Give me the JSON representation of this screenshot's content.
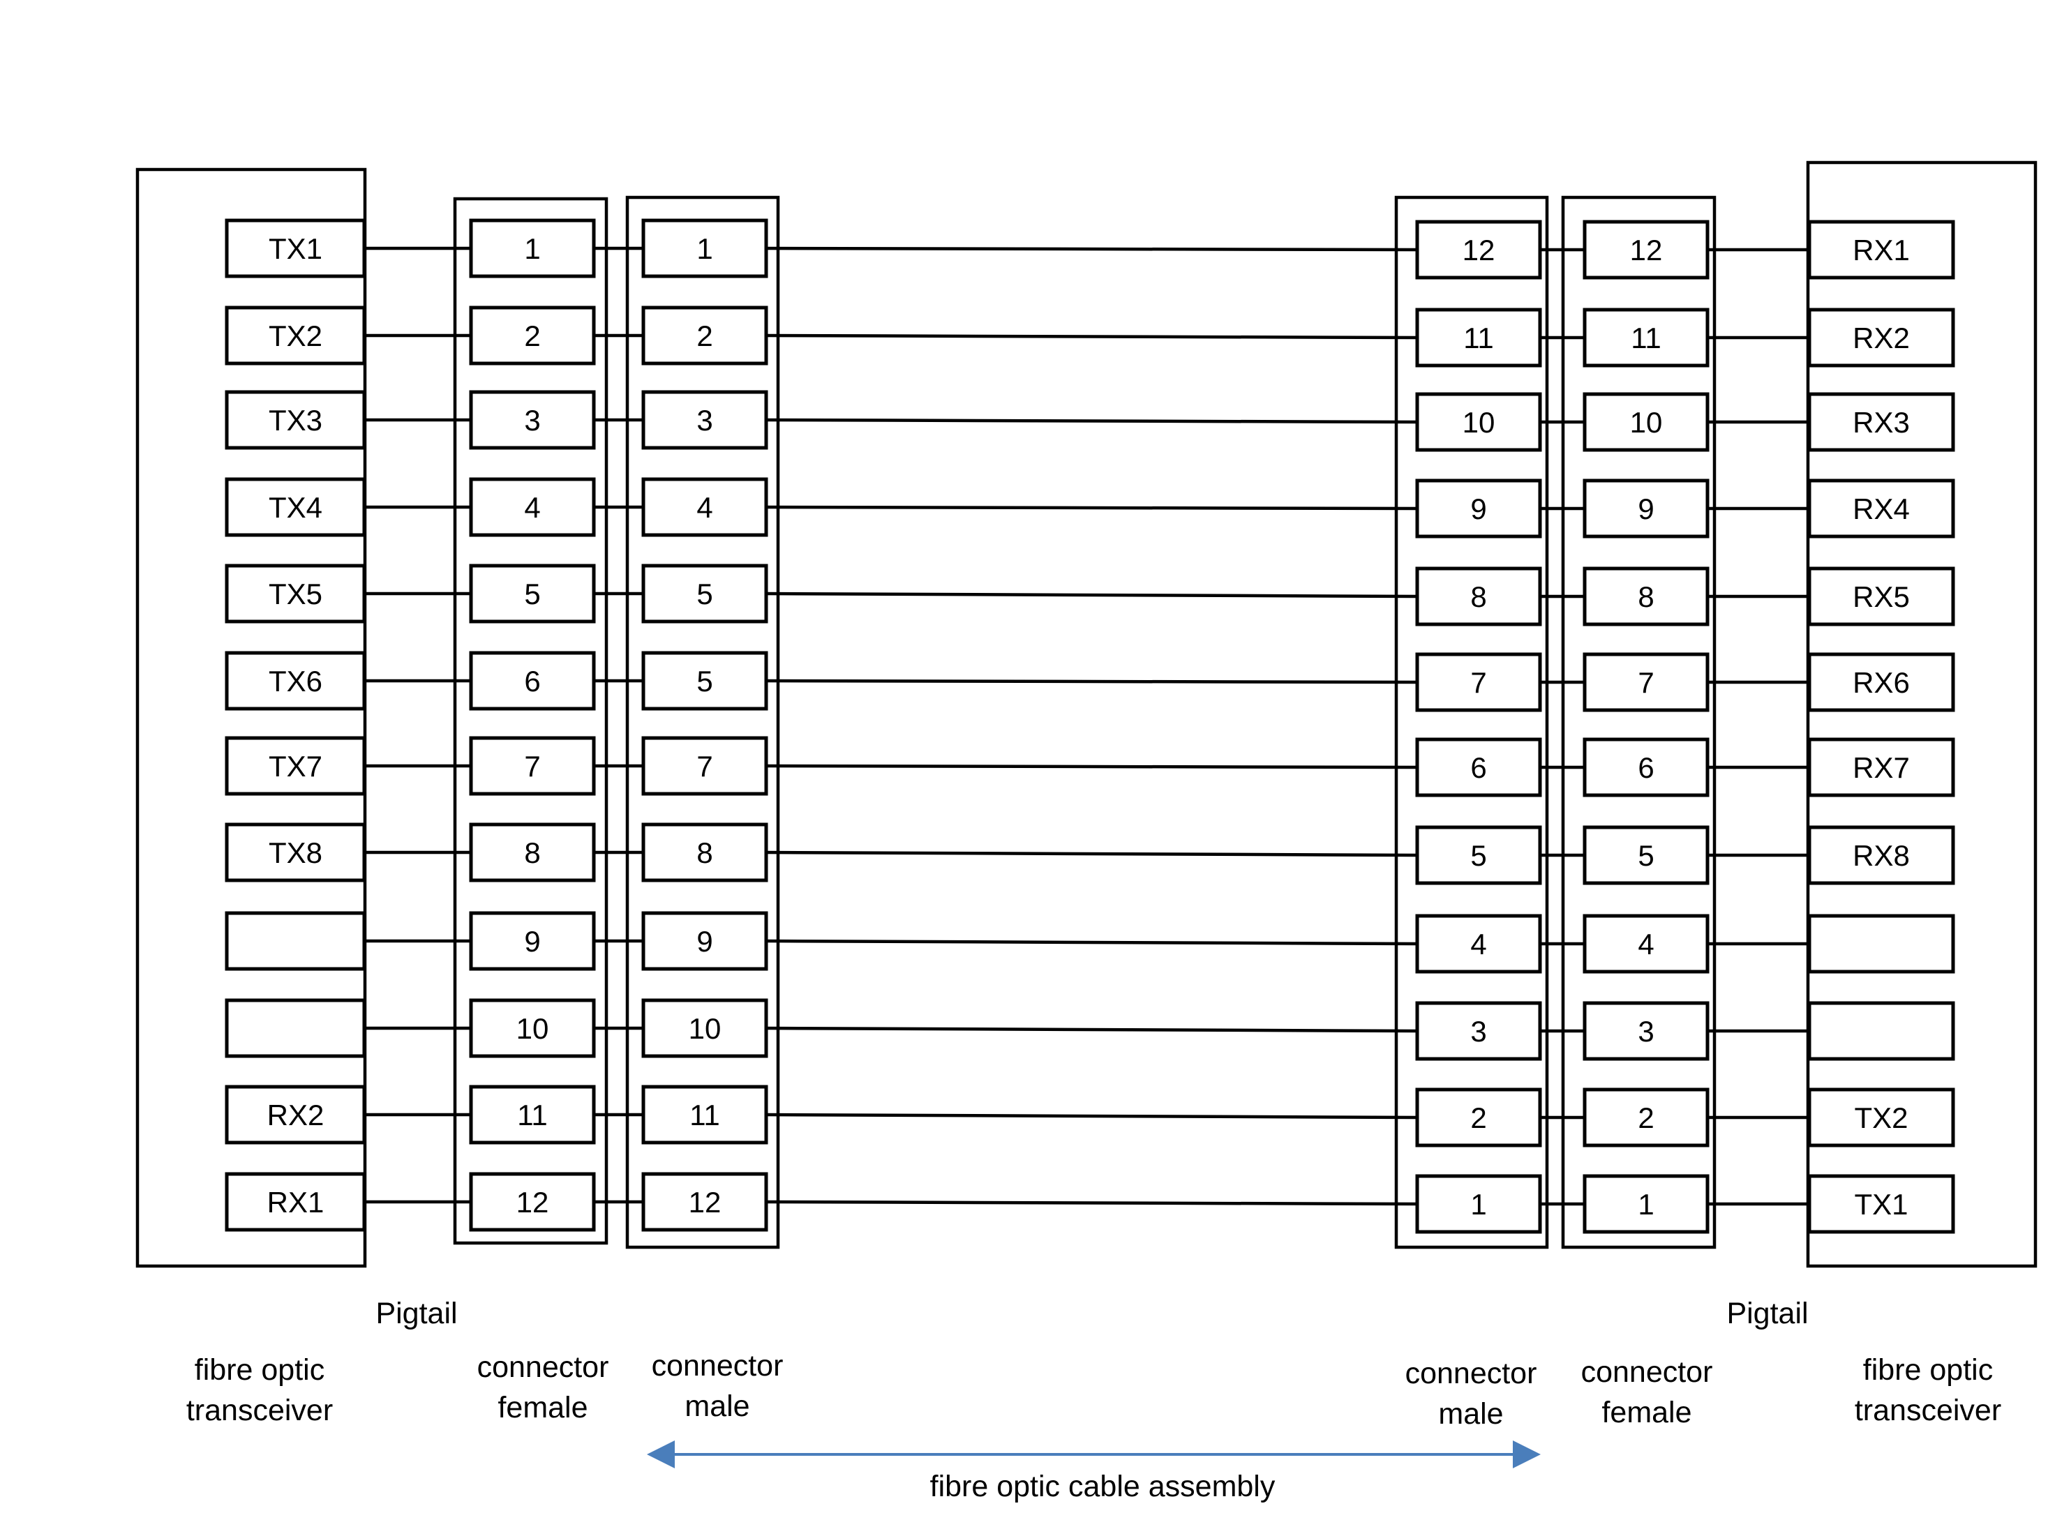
{
  "left_transceiver": {
    "channels": [
      "TX1",
      "TX2",
      "TX3",
      "TX4",
      "TX5",
      "TX6",
      "TX7",
      "TX8",
      "",
      "",
      "RX2",
      "RX1"
    ]
  },
  "left_connector_female": {
    "pins": [
      "1",
      "2",
      "3",
      "4",
      "5",
      "6",
      "7",
      "8",
      "9",
      "10",
      "11",
      "12"
    ]
  },
  "left_connector_male": {
    "pins": [
      "1",
      "2",
      "3",
      "4",
      "5",
      "5",
      "7",
      "8",
      "9",
      "10",
      "11",
      "12"
    ]
  },
  "right_connector_male": {
    "pins": [
      "12",
      "11",
      "10",
      "9",
      "8",
      "7",
      "6",
      "5",
      "4",
      "3",
      "2",
      "1"
    ]
  },
  "right_connector_female": {
    "pins": [
      "12",
      "11",
      "10",
      "9",
      "8",
      "7",
      "6",
      "5",
      "4",
      "3",
      "2",
      "1"
    ]
  },
  "right_transceiver": {
    "channels": [
      "RX1",
      "RX2",
      "RX3",
      "RX4",
      "RX5",
      "RX6",
      "RX7",
      "RX8",
      "",
      "",
      "TX2",
      "TX1"
    ]
  },
  "labels": {
    "pigtail_left": "Pigtail",
    "pigtail_right": "Pigtail",
    "left_transceiver": [
      "fibre optic",
      "transceiver"
    ],
    "left_connector_female": [
      "connector",
      "female"
    ],
    "left_connector_male": [
      "connector",
      "male"
    ],
    "right_connector_male": [
      "connector",
      "male"
    ],
    "right_connector_female": [
      "connector",
      "female"
    ],
    "right_transceiver": [
      "fibre optic",
      "transceiver"
    ],
    "cable_assembly": "fibre optic cable assembly"
  },
  "colors": {
    "line": "#000000",
    "arrow": "#4a7ebb",
    "background": "#ffffff"
  }
}
